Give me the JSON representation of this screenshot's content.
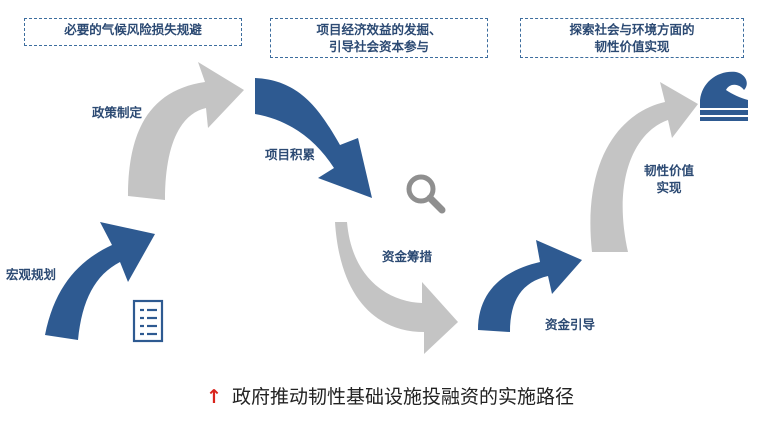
{
  "stages": [
    {
      "title": "必要的气候风险损失规避"
    },
    {
      "title_line1": "项目经济效益的发掘、",
      "title_line2": "引导社会资本参与"
    },
    {
      "title_line1": "探索社会与环境方面的",
      "title_line2": "韧性价值实现"
    }
  ],
  "steps": {
    "macro_planning": "宏观规划",
    "policy_making": "政策制定",
    "project_accumulation": "项目积累",
    "fund_raising": "资金筹措",
    "fund_guiding": "资金引导",
    "resilience_value_line1": "韧性价值",
    "resilience_value_line2": "实现"
  },
  "colors": {
    "dark_blue": "#2e5a91",
    "light_gray": "#c4c4c4",
    "icon_gray": "#8f8f8f",
    "dashed_border": "#3d6d9e",
    "caption_arrow": "#d9241c"
  },
  "icons": [
    "document-list-icon",
    "magnifier-icon",
    "wave-icon"
  ],
  "caption": {
    "arrow": "↑",
    "text": "政府推动韧性基础设施投融资的实施路径"
  }
}
